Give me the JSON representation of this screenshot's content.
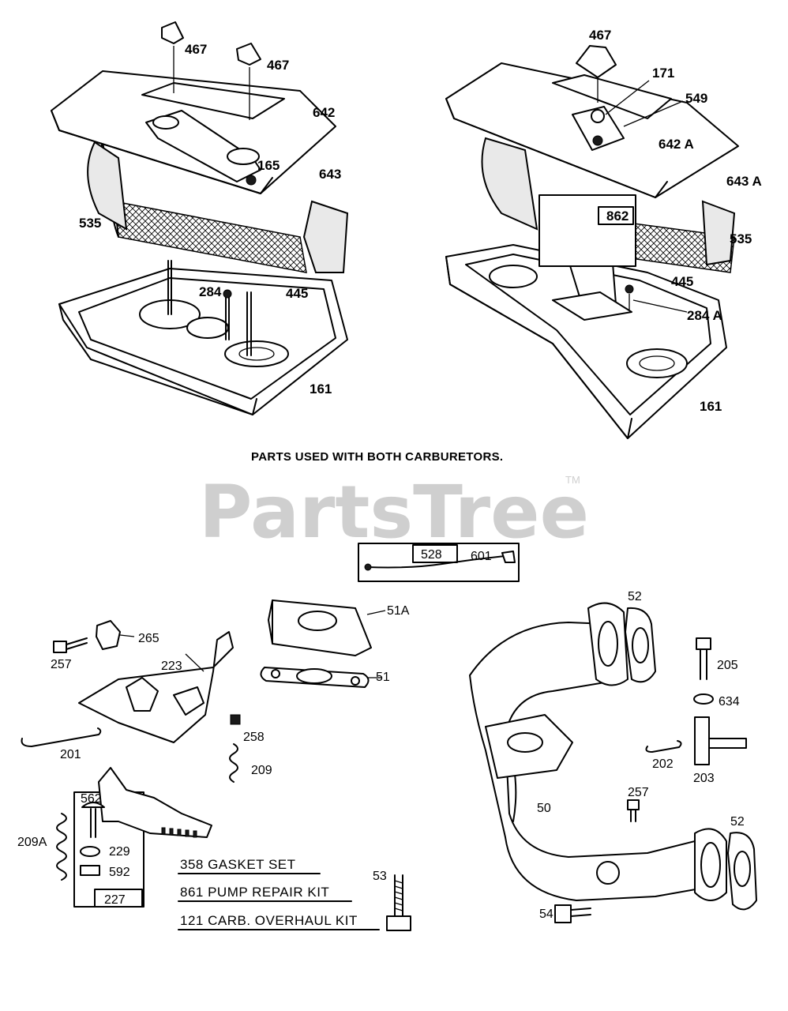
{
  "heading": "PARTS USED WITH BOTH CARBURETORS.",
  "watermark": {
    "text": "PartsTree",
    "tm": "TM"
  },
  "callouts_left_cleaner": [
    "467",
    "467",
    "642",
    "165",
    "643",
    "535",
    "284",
    "445",
    "161"
  ],
  "callouts_right_cleaner": [
    "467",
    "171",
    "549",
    "642 A",
    "643 A",
    "862",
    "535",
    "445",
    "284 A",
    "161"
  ],
  "fuel_line": {
    "box_label": "528",
    "part": "601"
  },
  "callouts_linkage": [
    "265",
    "257",
    "223",
    "201",
    "258",
    "209",
    "562",
    "209A",
    "229",
    "592",
    "227"
  ],
  "callouts_spacer": [
    "51A",
    "51"
  ],
  "callouts_manifold": [
    "52",
    "205",
    "634",
    "202",
    "203",
    "257",
    "50",
    "52",
    "54"
  ],
  "bolt_label": "53",
  "kits": [
    "358  GASKET SET",
    "861  PUMP REPAIR KIT",
    "121  CARB. OVERHAUL KIT"
  ]
}
